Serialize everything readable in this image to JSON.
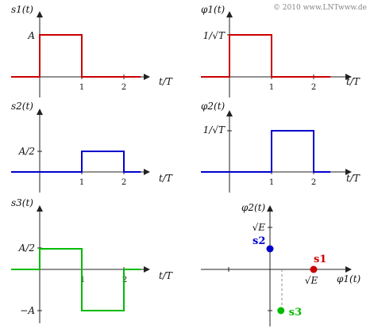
{
  "copyright": "© 2010 www.LNTwww.de",
  "colors": {
    "s1": "#cc0000",
    "s2": "#0000cc",
    "s3": "#00bb00",
    "axis": "#222222"
  },
  "panels": {
    "s1": {
      "ylabel": "s1(t)",
      "xlabel": "t/T",
      "ytick": "A",
      "xticks": [
        "1",
        "2"
      ]
    },
    "phi1": {
      "ylabel": "φ1(t)",
      "xlabel": "t/T",
      "ytick": "1/√T",
      "xticks": [
        "1",
        "2"
      ]
    },
    "s2": {
      "ylabel": "s2(t)",
      "xlabel": "t/T",
      "ytick": "A/2",
      "xticks": [
        "1",
        "2"
      ]
    },
    "phi2": {
      "ylabel": "φ2(t)",
      "xlabel": "t/T",
      "ytick": "1/√T",
      "xticks": [
        "1",
        "2"
      ]
    },
    "s3": {
      "ylabel": "s3(t)",
      "xlabel": "t/T",
      "yticks": [
        "A/2",
        "−A"
      ],
      "xticks": [
        "1",
        "2"
      ]
    },
    "space": {
      "ylabel": "φ2(t)",
      "xlabel": "φ1(t)",
      "ytick": "√E",
      "xtick": "√E",
      "points": [
        "s1",
        "s2",
        "s3"
      ]
    }
  },
  "chart_data": [
    {
      "type": "line",
      "name": "s1(t)",
      "x": [
        -1,
        0,
        0,
        1,
        1,
        2.4
      ],
      "y": [
        0,
        0,
        1,
        1,
        0,
        0
      ],
      "ylabels": [
        "A"
      ],
      "xlabel": "t/T"
    },
    {
      "type": "line",
      "name": "φ1(t)",
      "x": [
        -1,
        0,
        0,
        1,
        1,
        2.4
      ],
      "y": [
        0,
        0,
        1,
        1,
        0,
        0
      ],
      "ylabels": [
        "1/√T"
      ],
      "xlabel": "t/T"
    },
    {
      "type": "line",
      "name": "s2(t)",
      "x": [
        -1,
        1,
        1,
        2,
        2,
        2.4
      ],
      "y": [
        0,
        0,
        0.5,
        0.5,
        0,
        0
      ],
      "ylabels": [
        "A/2"
      ],
      "xlabel": "t/T"
    },
    {
      "type": "line",
      "name": "φ2(t)",
      "x": [
        -1,
        1,
        1,
        2,
        2,
        2.4
      ],
      "y": [
        0,
        0,
        1,
        1,
        0,
        0
      ],
      "ylabels": [
        "1/√T"
      ],
      "xlabel": "t/T"
    },
    {
      "type": "line",
      "name": "s3(t)",
      "x": [
        -1,
        0,
        0,
        1,
        1,
        2,
        2,
        2.4
      ],
      "y": [
        0,
        0,
        0.5,
        0.5,
        -1,
        -1,
        0,
        0
      ],
      "ylabels": [
        "A/2",
        "−A"
      ],
      "xlabel": "t/T"
    },
    {
      "type": "scatter",
      "name": "signal space",
      "points": [
        {
          "label": "s1",
          "x": 1,
          "y": 0
        },
        {
          "label": "s2",
          "x": 0,
          "y": 0.5
        },
        {
          "label": "s3",
          "x": 0.25,
          "y": -1
        }
      ],
      "xlabel": "φ1(t)",
      "ylabel": "φ2(t)",
      "ticks": [
        "√E"
      ]
    }
  ]
}
